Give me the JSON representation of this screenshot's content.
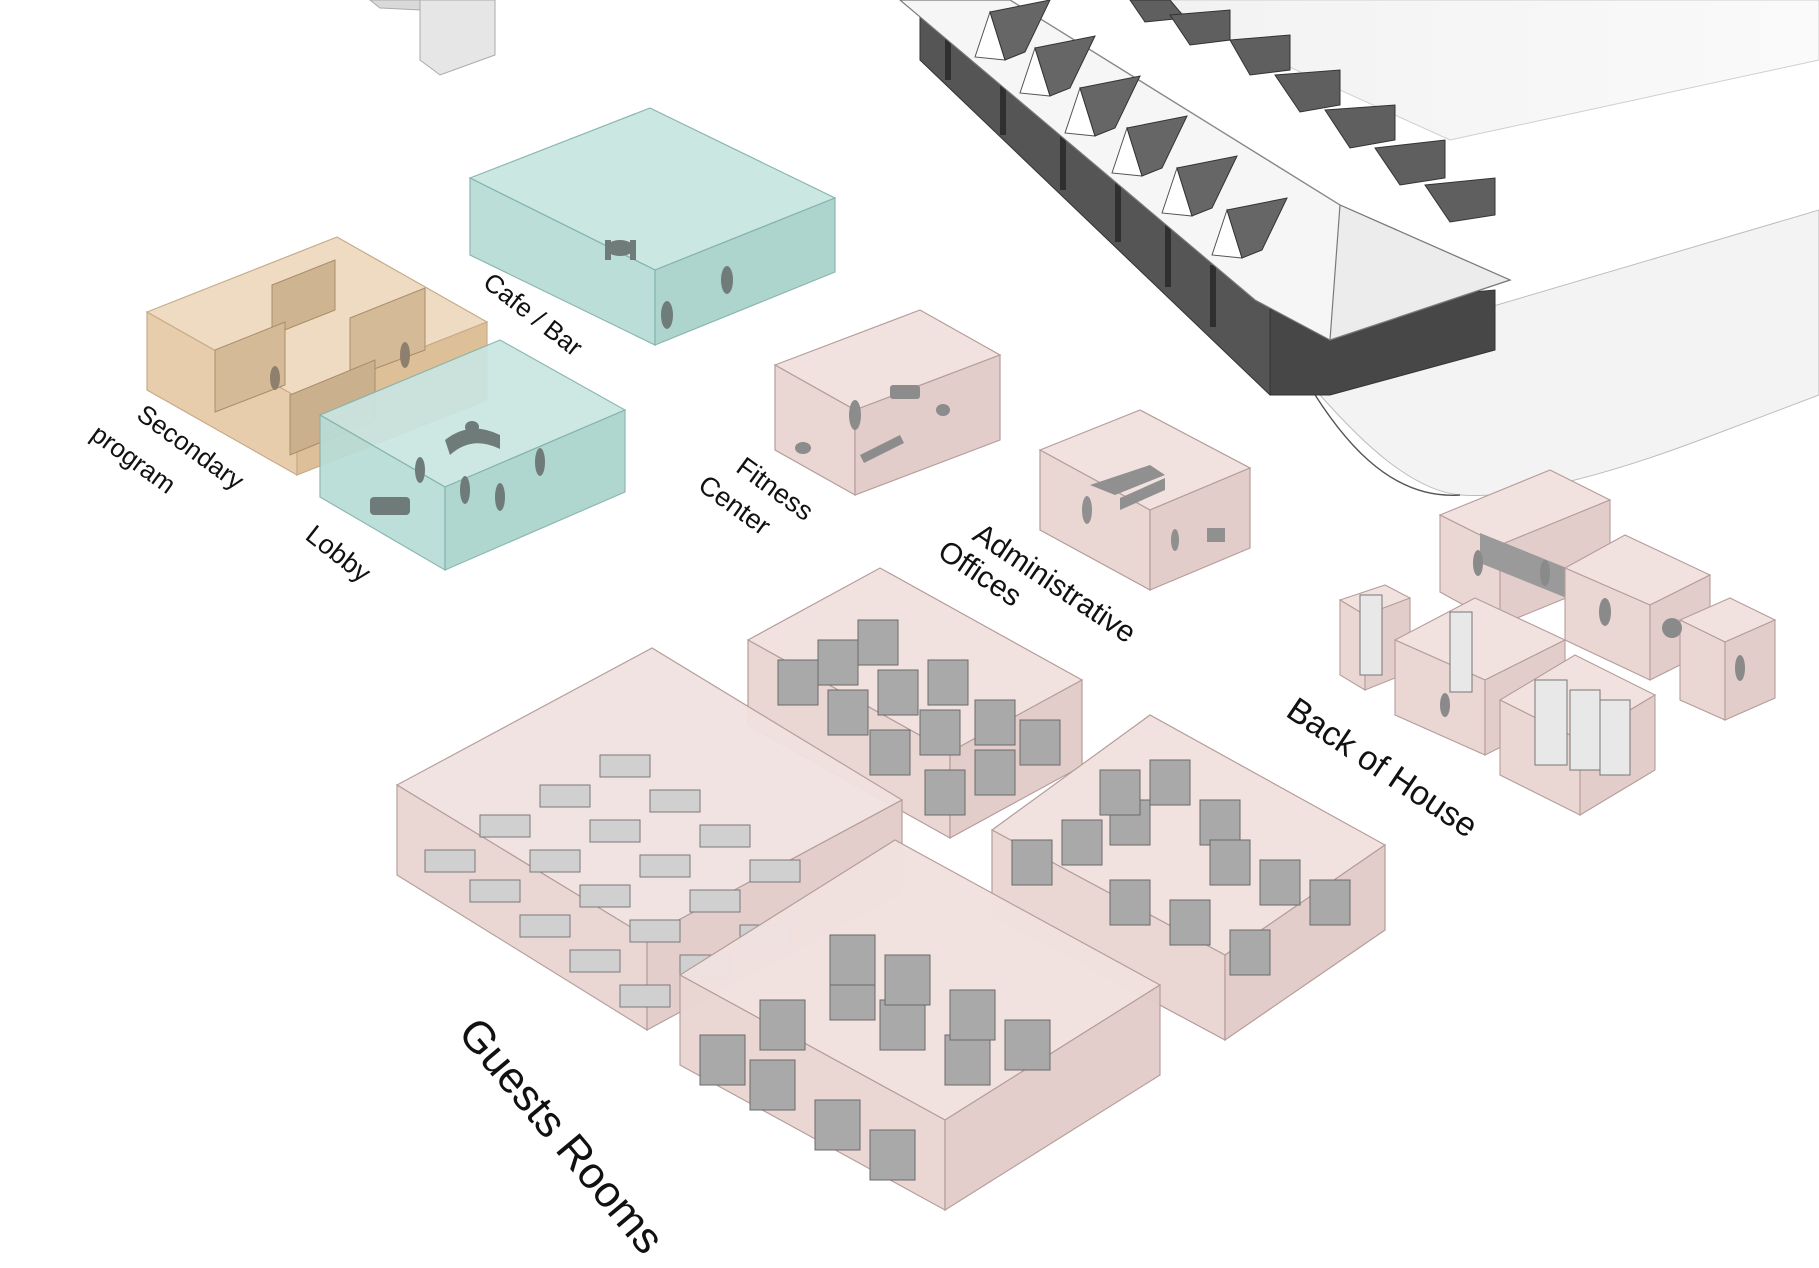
{
  "labels": {
    "secondary_program": [
      "Secondary",
      "program"
    ],
    "cafe_bar": "Cafe / Bar",
    "lobby": "Lobby",
    "fitness_center": [
      "Fitness",
      "Center"
    ],
    "administrative_offices": [
      "Administrative",
      "Offices"
    ],
    "back_of_house": "Back of House",
    "guests_rooms": "Guests Rooms"
  },
  "colors": {
    "pink_box": "#efdcda",
    "teal_box": "#bfe2dc",
    "tan_box": "#ecd2b4",
    "furniture": "#8d8d8d",
    "building_roof": "#f4f4f4",
    "building_wall": "#4a4a4a",
    "dormer": "#5b5b5b"
  }
}
